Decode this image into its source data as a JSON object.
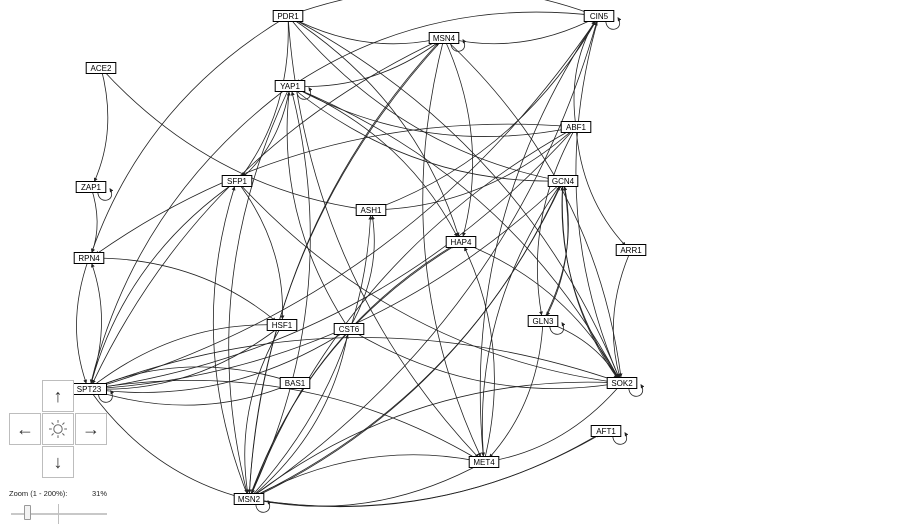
{
  "graph": {
    "nodes": [
      {
        "id": "PDR1",
        "label": "PDR1"
      },
      {
        "id": "MSN4",
        "label": "MSN4"
      },
      {
        "id": "CIN5",
        "label": "CIN5"
      },
      {
        "id": "ACE2",
        "label": "ACE2"
      },
      {
        "id": "YAP1",
        "label": "YAP1"
      },
      {
        "id": "ABF1",
        "label": "ABF1"
      },
      {
        "id": "ZAP1",
        "label": "ZAP1"
      },
      {
        "id": "SFP1",
        "label": "SFP1"
      },
      {
        "id": "GCN4",
        "label": "GCN4"
      },
      {
        "id": "ASH1",
        "label": "ASH1"
      },
      {
        "id": "HAP4",
        "label": "HAP4"
      },
      {
        "id": "ARR1",
        "label": "ARR1"
      },
      {
        "id": "RPN4",
        "label": "RPN4"
      },
      {
        "id": "HSF1",
        "label": "HSF1"
      },
      {
        "id": "CST6",
        "label": "CST6"
      },
      {
        "id": "GLN3",
        "label": "GLN3"
      },
      {
        "id": "BAS1",
        "label": "BAS1"
      },
      {
        "id": "SOK2",
        "label": "SOK2"
      },
      {
        "id": "SPT23",
        "label": "SPT23"
      },
      {
        "id": "AFT1",
        "label": "AFT1"
      },
      {
        "id": "MET4",
        "label": "MET4"
      },
      {
        "id": "MSN2",
        "label": "MSN2"
      }
    ],
    "self_loops": [
      "MSN4",
      "CIN5",
      "YAP1",
      "ZAP1",
      "GLN3",
      "SOK2",
      "SPT23",
      "AFT1",
      "MSN2"
    ],
    "edges": [
      [
        "PDR1",
        "CIN5"
      ],
      [
        "PDR1",
        "MSN4"
      ],
      [
        "PDR1",
        "HAP4"
      ],
      [
        "PDR1",
        "GCN4"
      ],
      [
        "PDR1",
        "SOK2"
      ],
      [
        "PDR1",
        "RPN4"
      ],
      [
        "PDR1",
        "SFP1"
      ],
      [
        "PDR1",
        "MET4"
      ],
      [
        "MSN4",
        "YAP1"
      ],
      [
        "MSN4",
        "SPT23"
      ],
      [
        "MSN4",
        "HAP4"
      ],
      [
        "MSN4",
        "MET4"
      ],
      [
        "MSN4",
        "SOK2"
      ],
      [
        "MSN4",
        "MSN2"
      ],
      [
        "CIN5",
        "SPT23"
      ],
      [
        "CIN5",
        "SOK2"
      ],
      [
        "CIN5",
        "MSN4"
      ],
      [
        "CIN5",
        "MET4"
      ],
      [
        "CIN5",
        "ASH1"
      ],
      [
        "CIN5",
        "YAP1"
      ],
      [
        "ACE2",
        "ZAP1"
      ],
      [
        "ACE2",
        "ASH1"
      ],
      [
        "YAP1",
        "HAP4"
      ],
      [
        "YAP1",
        "GCN4"
      ],
      [
        "YAP1",
        "SFP1"
      ],
      [
        "YAP1",
        "MSN2"
      ],
      [
        "YAP1",
        "SOK2"
      ],
      [
        "YAP1",
        "SPT23"
      ],
      [
        "ABF1",
        "YAP1"
      ],
      [
        "ABF1",
        "RPN4"
      ],
      [
        "ABF1",
        "SPT23"
      ],
      [
        "ABF1",
        "ARR1"
      ],
      [
        "ABF1",
        "ASH1"
      ],
      [
        "ABF1",
        "MSN2"
      ],
      [
        "ABF1",
        "CIN5"
      ],
      [
        "ABF1",
        "GLN3"
      ],
      [
        "ZAP1",
        "RPN4"
      ],
      [
        "SFP1",
        "SOK2"
      ],
      [
        "SFP1",
        "HSF1"
      ],
      [
        "SFP1",
        "SPT23"
      ],
      [
        "GCN4",
        "SPT23"
      ],
      [
        "GCN4",
        "MET4"
      ],
      [
        "GCN4",
        "GLN3"
      ],
      [
        "GCN4",
        "SOK2"
      ],
      [
        "GCN4",
        "MSN2"
      ],
      [
        "HAP4",
        "MSN2"
      ],
      [
        "HAP4",
        "SOK2"
      ],
      [
        "ARR1",
        "SOK2"
      ],
      [
        "RPN4",
        "HSF1"
      ],
      [
        "RPN4",
        "SPT23"
      ],
      [
        "HSF1",
        "SPT23"
      ],
      [
        "HSF1",
        "MSN2"
      ],
      [
        "CST6",
        "YAP1"
      ],
      [
        "CST6",
        "SOK2"
      ],
      [
        "CST6",
        "SPT23"
      ],
      [
        "CST6",
        "ASH1"
      ],
      [
        "GLN3",
        "SOK2"
      ],
      [
        "GLN3",
        "GCN4"
      ],
      [
        "GLN3",
        "MET4"
      ],
      [
        "BAS1",
        "SPT23"
      ],
      [
        "SOK2",
        "MET4"
      ],
      [
        "SOK2",
        "SPT23"
      ],
      [
        "SOK2",
        "GCN4"
      ],
      [
        "SPT23",
        "BAS1"
      ],
      [
        "SPT23",
        "MET4"
      ],
      [
        "SPT23",
        "MSN2"
      ],
      [
        "SPT23",
        "HSF1"
      ],
      [
        "SPT23",
        "RPN4"
      ],
      [
        "AFT1",
        "MSN2"
      ],
      [
        "MET4",
        "HAP4"
      ],
      [
        "MET4",
        "MSN2"
      ],
      [
        "MSN2",
        "ASH1"
      ],
      [
        "MSN2",
        "HAP4"
      ],
      [
        "MSN2",
        "GCN4"
      ],
      [
        "MSN2",
        "SFP1"
      ],
      [
        "MSN2",
        "CIN5"
      ],
      [
        "MSN2",
        "MSN4"
      ],
      [
        "MSN2",
        "YAP1"
      ],
      [
        "MSN2",
        "SOK2"
      ],
      [
        "MSN2",
        "AFT1"
      ],
      [
        "MSN2",
        "MET4"
      ],
      [
        "MSN2",
        "CST6"
      ]
    ]
  },
  "navigation": {
    "up_glyph": "↑",
    "down_glyph": "↓",
    "left_glyph": "←",
    "right_glyph": "→",
    "center_icon": "sun-icon"
  },
  "zoom": {
    "label": "Zoom (1 - 200%):",
    "value_text": "31%",
    "level_percent": 31,
    "min_percent": 1,
    "max_percent": 200
  }
}
